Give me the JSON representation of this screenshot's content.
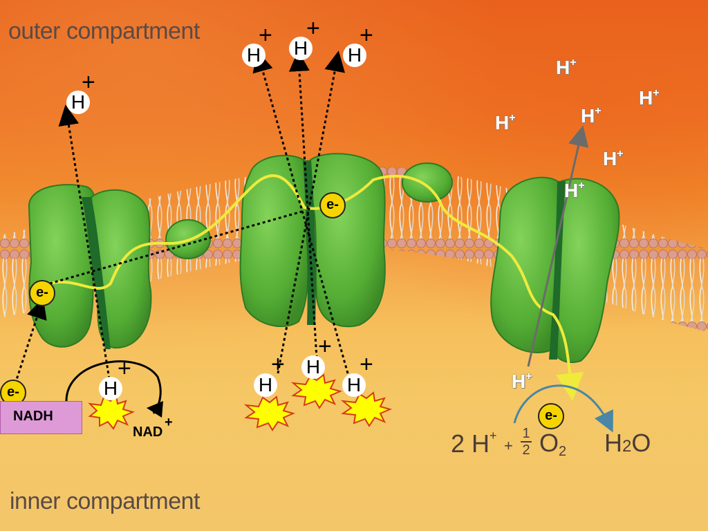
{
  "labels": {
    "outer_compartment": "outer compartment",
    "inner_compartment": "inner compartment"
  },
  "ions": {
    "h": "H",
    "plus": "+",
    "electron": "e",
    "minus": "-"
  },
  "molecules": {
    "nadh": "NADH",
    "nad": "NAD",
    "nad_charge": "+"
  },
  "equation": {
    "reactant_h": "2 H",
    "reactant_h_charge": "+",
    "plus": "+",
    "fraction_num": "1",
    "fraction_den": "2",
    "oxygen": "O",
    "oxygen_subscript": "2",
    "product_h": "H",
    "product_h_subscript": "2",
    "product_o": "O"
  },
  "colors": {
    "protein_green": "#5fb93d",
    "protein_dark": "#1f6b2a",
    "electron_path": "#f0ea3c",
    "electron_fill": "#f6d400",
    "nadh_box": "#de9ad6",
    "flash_yellow": "#ffff00",
    "flash_red": "#d43a1a",
    "lipid_head": "#d99a8c"
  }
}
